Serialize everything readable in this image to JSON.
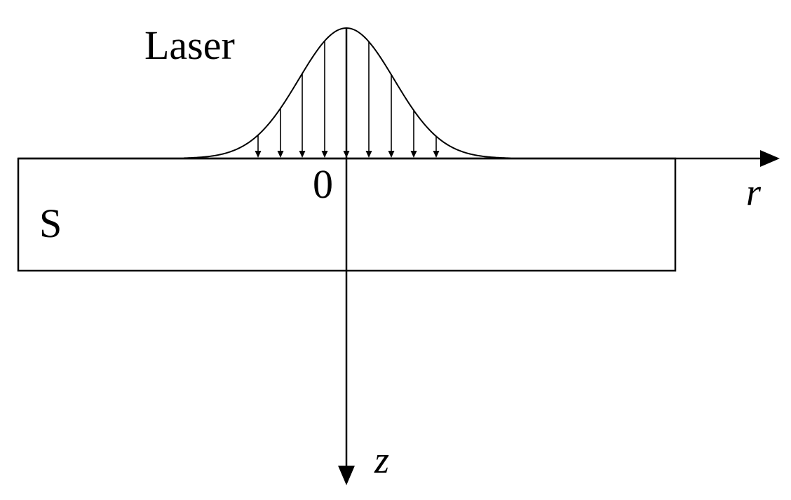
{
  "labels": {
    "laser": "Laser",
    "origin": "0",
    "sample": "S",
    "r_axis": "r",
    "z_axis": "z"
  },
  "colors": {
    "stroke": "#000000",
    "background": "#ffffff"
  }
}
